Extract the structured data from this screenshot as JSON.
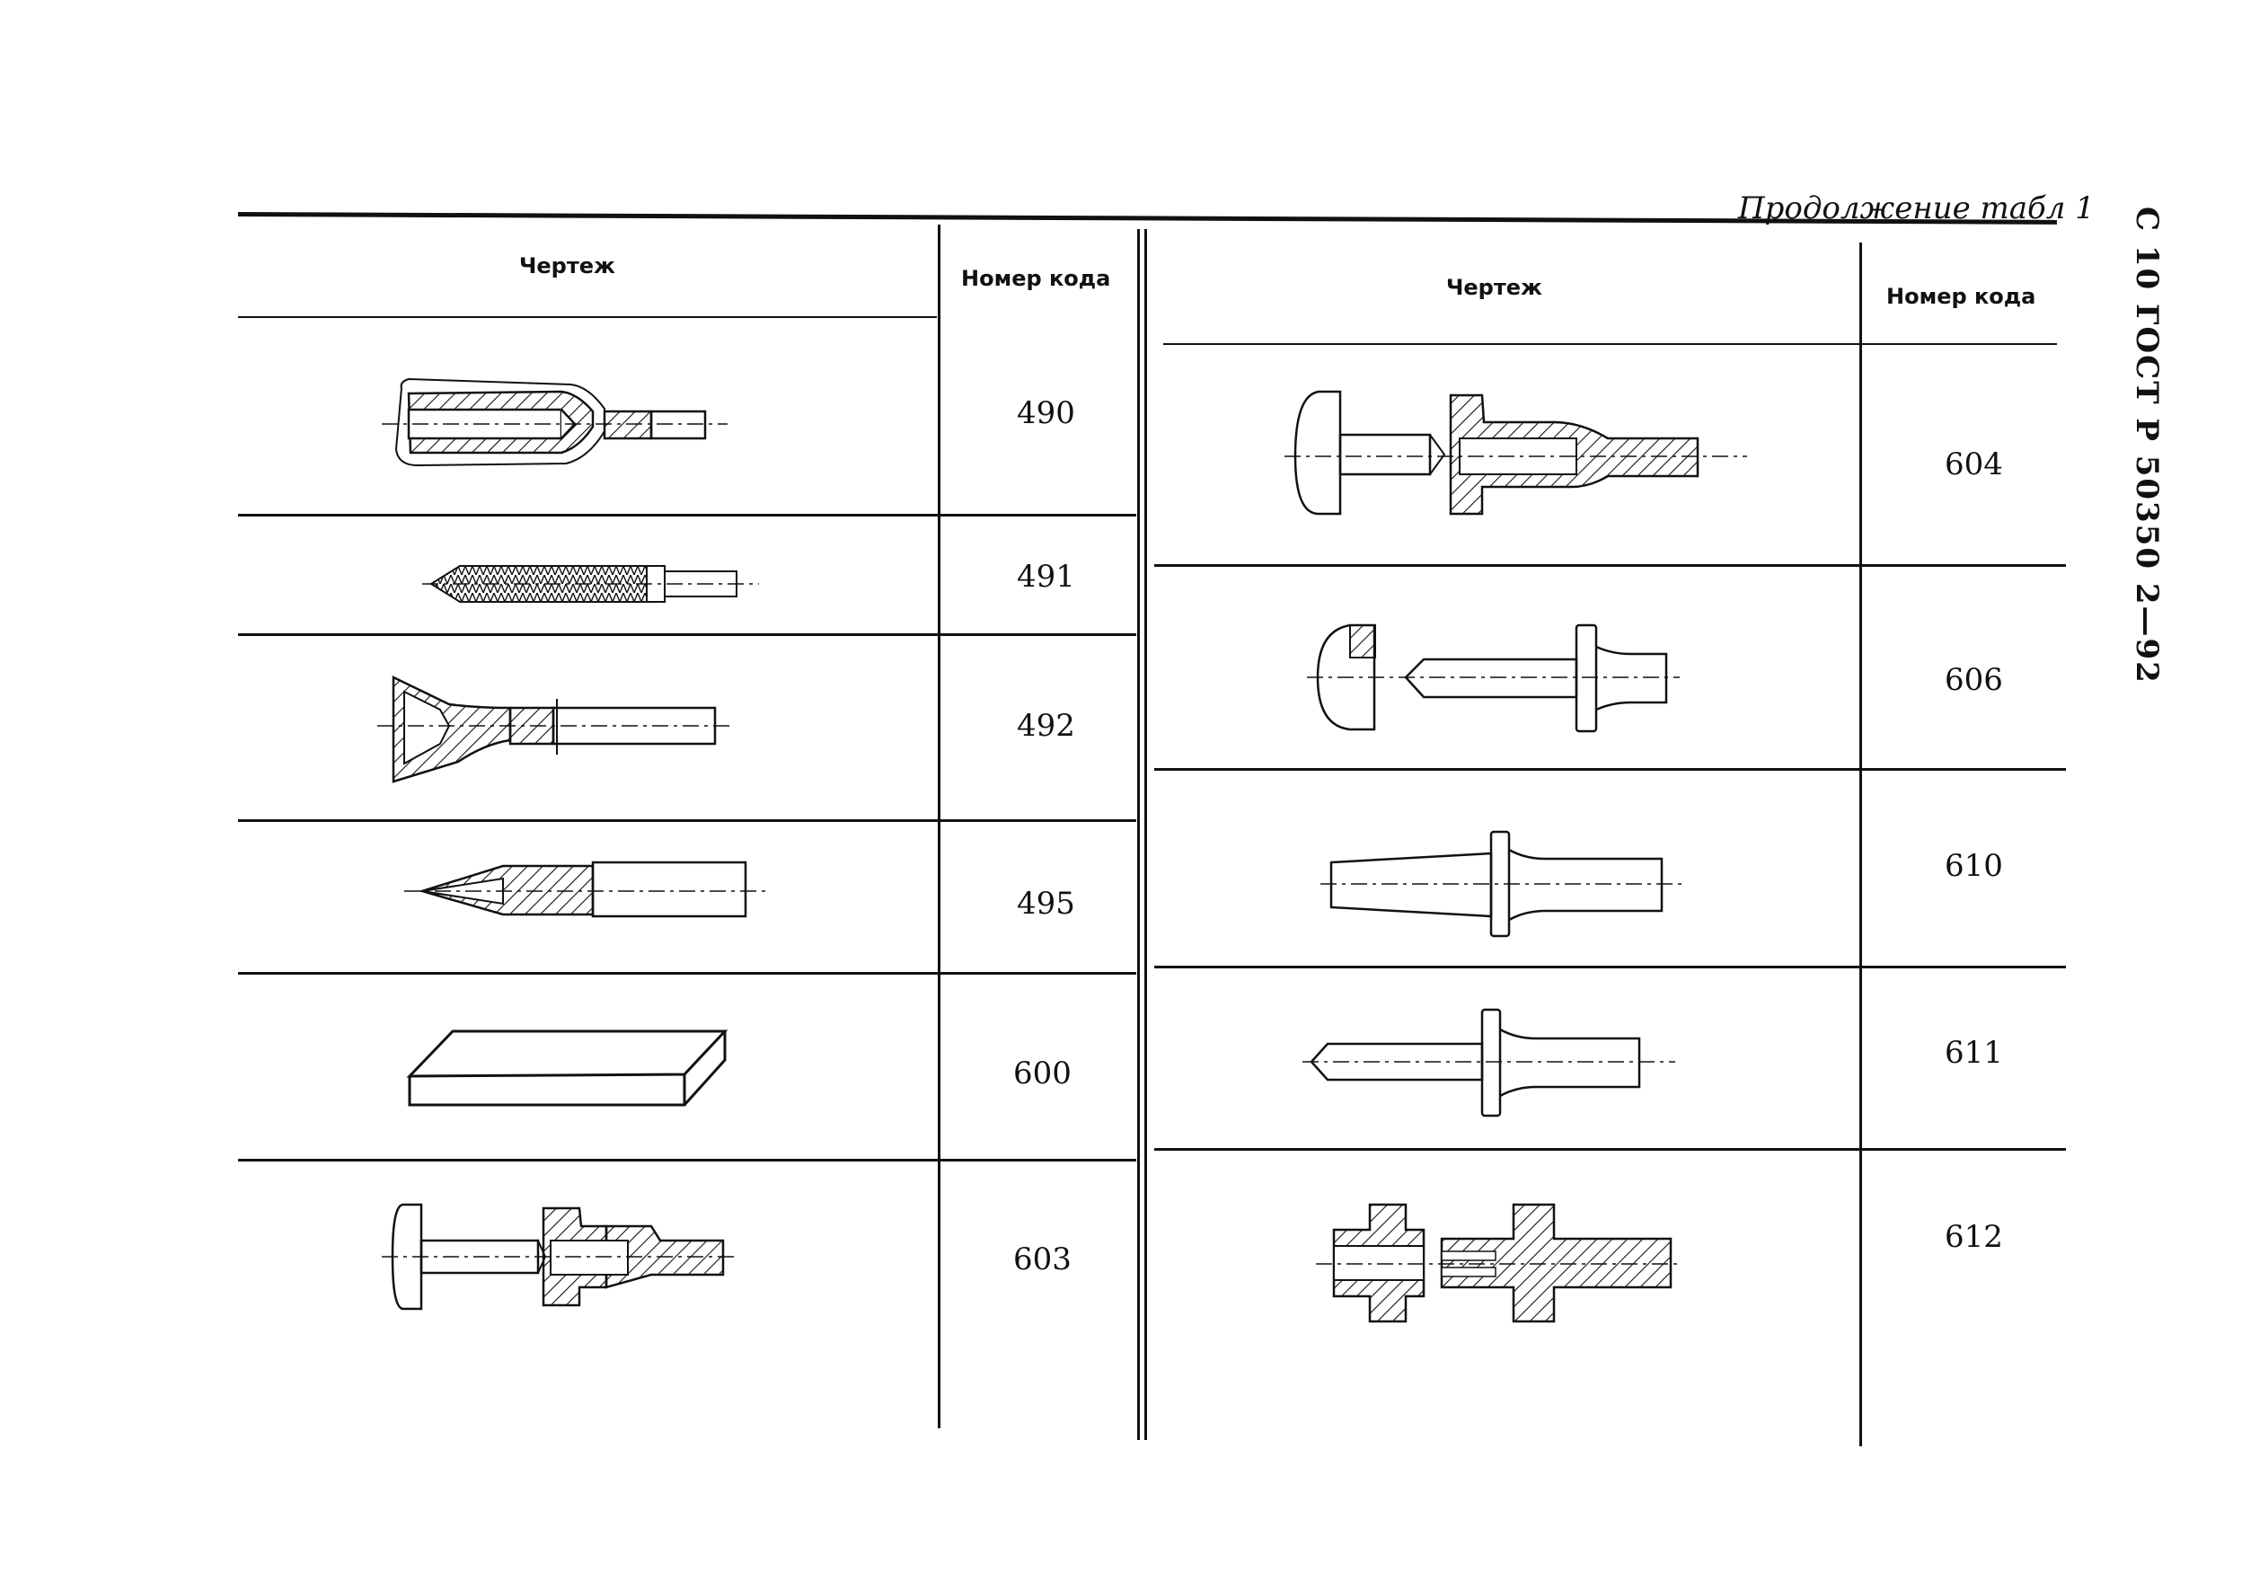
{
  "caption": "Продолжение табл 1",
  "side_label": "С 10 ГОСТ Р 50350 2—92",
  "headers": {
    "left_drawing": "Чертеж",
    "left_code": "Номер кода",
    "right_drawing": "Чертеж",
    "right_code": "Номер кода"
  },
  "left_rows": [
    {
      "code": "490",
      "drawing": "tapered-socket-tool-section-icon"
    },
    {
      "code": "491",
      "drawing": "threaded-tap-icon"
    },
    {
      "code": "492",
      "drawing": "flared-die-section-icon"
    },
    {
      "code": "495",
      "drawing": "pointed-tool-section-icon"
    },
    {
      "code": "600",
      "drawing": "rectangular-plate-icon"
    },
    {
      "code": "603",
      "drawing": "screw-and-threaded-bush-section-icon"
    }
  ],
  "right_rows": [
    {
      "code": "604",
      "drawing": "screw-and-flanged-bush-section-icon"
    },
    {
      "code": "606",
      "drawing": "cap-and-flanged-pin-icon"
    },
    {
      "code": "610",
      "drawing": "tapered-pin-with-collar-icon"
    },
    {
      "code": "611",
      "drawing": "pointed-pin-with-collar-icon"
    },
    {
      "code": "612",
      "drawing": "bush-and-cross-fitting-section-icon"
    }
  ],
  "style": {
    "ink": "#111111",
    "paper": "#ffffff"
  }
}
